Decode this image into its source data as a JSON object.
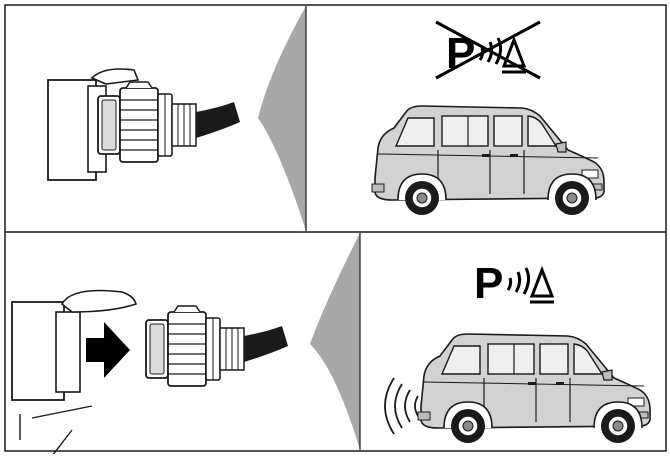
{
  "panels": {
    "top": {
      "state": "trailer-plug-connected",
      "parking_sensor_symbol": {
        "letter": "P",
        "status": "disabled-crossed-out"
      }
    },
    "bottom": {
      "state": "trailer-plug-disconnected",
      "parking_sensor_symbol": {
        "letter": "P",
        "status": "active"
      }
    }
  },
  "icons": [
    "connector-plug-icon",
    "socket-icon",
    "arrow-right-icon",
    "parking-sensor-icon",
    "van-icon",
    "sensor-waves-icon",
    "cross-out-icon"
  ],
  "colors": {
    "stroke": "#1a1a1a",
    "wedge": "#a8a8a8",
    "van_body": "#d2d2d2",
    "arrow": "#000000"
  }
}
